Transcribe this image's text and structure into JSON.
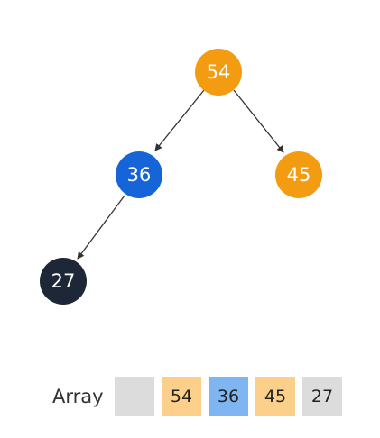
{
  "colors": {
    "root_node": "#f39c12",
    "blue_node": "#1565d8",
    "dark_node": "#1e2737",
    "edge": "#333333",
    "cell_empty": "#dcdcdc",
    "cell_orange": "#fcd08a",
    "cell_blue": "#7fb6f2",
    "cell_gray": "#dcdcdc"
  },
  "tree": {
    "nodes": [
      {
        "id": "n54",
        "value": "54",
        "color": "#f39c12"
      },
      {
        "id": "n36",
        "value": "36",
        "color": "#1565d8"
      },
      {
        "id": "n45",
        "value": "45",
        "color": "#f39c12"
      },
      {
        "id": "n27",
        "value": "27",
        "color": "#1e2737"
      }
    ],
    "edges": [
      {
        "from": "54",
        "to": "36"
      },
      {
        "from": "54",
        "to": "45"
      },
      {
        "from": "36",
        "to": "27"
      }
    ]
  },
  "array": {
    "label": "Array",
    "cells": [
      {
        "value": "",
        "color": "#dcdcdc"
      },
      {
        "value": "54",
        "color": "#fcd08a"
      },
      {
        "value": "36",
        "color": "#7fb6f2"
      },
      {
        "value": "45",
        "color": "#fcd08a"
      },
      {
        "value": "27",
        "color": "#dcdcdc"
      }
    ]
  }
}
